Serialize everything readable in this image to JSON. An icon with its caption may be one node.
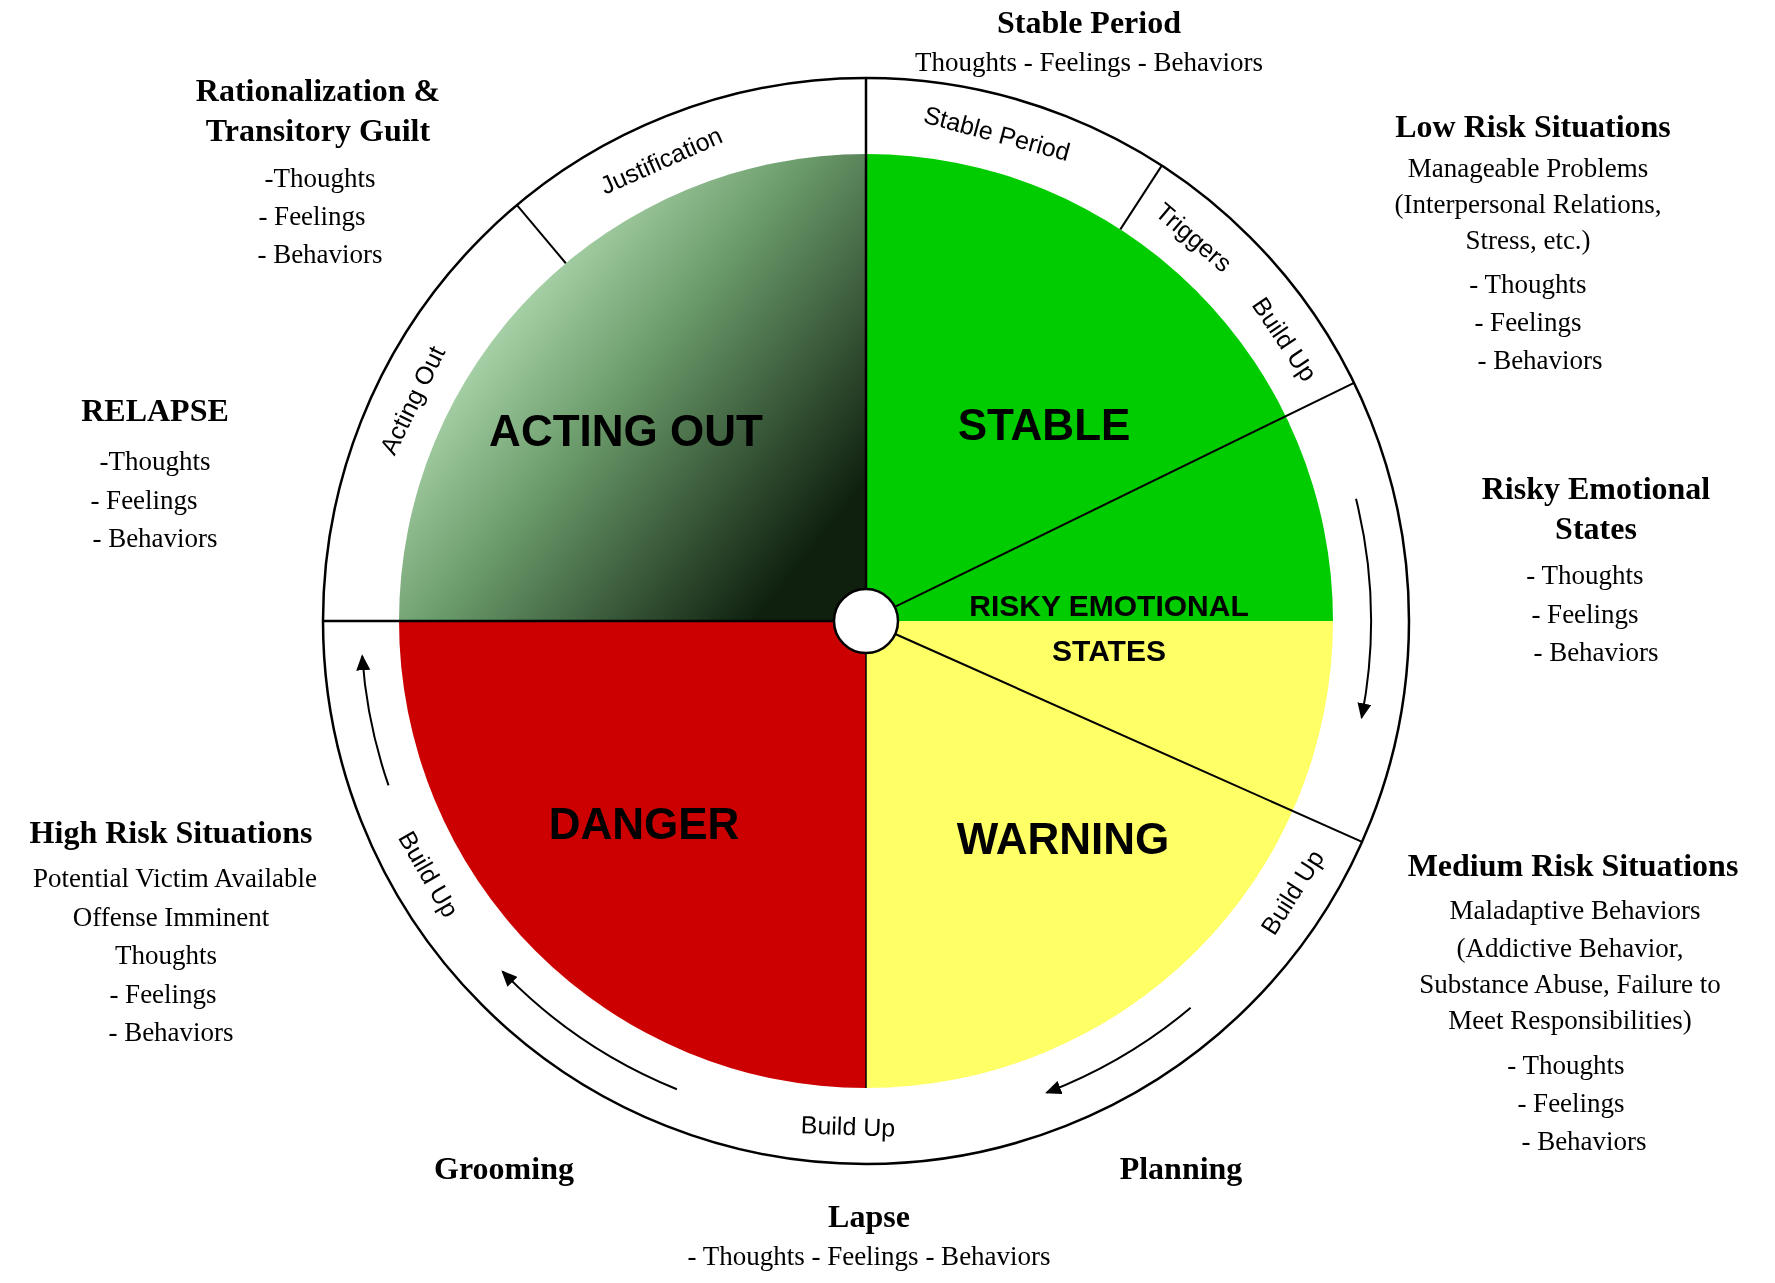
{
  "diagram": {
    "nodes": [
      {
        "text": [
          "ACTING OUT"
        ]
      },
      {
        "text": [
          "STABLE"
        ]
      },
      {
        "text": [
          "RISKY EMOTIONAL STATES"
        ]
      },
      {
        "text": [
          "DANGER"
        ]
      },
      {
        "text": [
          "WARNING"
        ]
      }
    ],
    "labels": [
      "Stable Period",
      "Thoughts - Feelings - Behaviors",
      "Rationalization & Transitory Guilt",
      "-Thoughts",
      "- Feelings",
      "- Behaviors",
      "Justification",
      "Stable Period",
      "Triggers",
      "Low Risk Situations",
      "Manageable Problems (Interpersonal Relations, Stress, etc.)",
      "- Thoughts",
      "- Feelings",
      "- Behaviors",
      "Build Up",
      "RELAPSE",
      "-Thoughts",
      "- Feelings",
      "- Behaviors",
      "Acting Out",
      "Risky Emotional States",
      "- Thoughts",
      "- Feelings",
      "- Behaviors",
      "High Risk Situations",
      "Potential Victim Available",
      "Offense Imminent",
      "Thoughts",
      "- Feelings",
      "- Behaviors",
      "Build Up",
      "Build Up",
      "Medium Risk Situations",
      "Maladaptive Behaviors",
      "(Addictive Behavior, Substance Abuse, Failure to Meet Responsibilities)",
      "- Thoughts",
      "- Feelings",
      "- Behaviors",
      "Build Up",
      "Grooming",
      "Planning",
      "Lapse",
      "- Thoughts - Feelings -  Behaviors"
    ]
  }
}
